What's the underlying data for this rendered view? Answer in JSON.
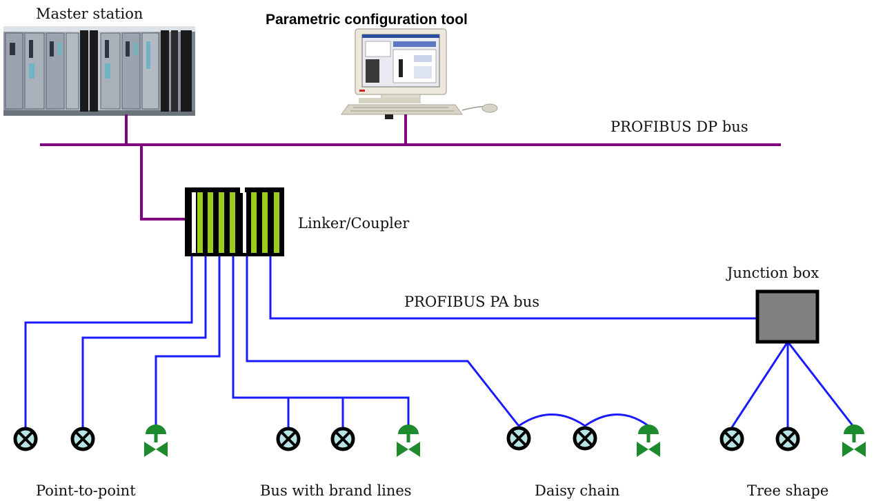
{
  "labels": {
    "master_station": "Master station",
    "config_tool": "Parametric configuration tool",
    "dp_bus": "PROFIBUS DP bus",
    "coupler": "Linker/Coupler",
    "pa_bus": "PROFIBUS PA bus",
    "junction_box": "Junction box",
    "topology_point_to_point": "Point-to-point",
    "topology_bus_branch": "Bus with brand lines",
    "topology_daisy_chain": "Daisy chain",
    "topology_tree": "Tree shape"
  },
  "colors": {
    "dp_bus": "#800080",
    "pa_bus": "#1a1aff",
    "instrument_fill": "#b7e4e4",
    "instrument_ring": "#000000",
    "valve": "#1e8a2e",
    "coupler_slots": "#9ccc1c",
    "junction_box_fill": "#808080"
  },
  "groups": [
    {
      "name": "point-to-point",
      "devices": [
        "instrument-icon",
        "instrument-icon",
        "valve-icon"
      ]
    },
    {
      "name": "bus-branch",
      "devices": [
        "instrument-icon",
        "instrument-icon",
        "valve-icon"
      ]
    },
    {
      "name": "daisy-chain",
      "devices": [
        "instrument-icon",
        "instrument-icon",
        "valve-icon"
      ]
    },
    {
      "name": "tree",
      "devices": [
        "instrument-icon",
        "instrument-icon",
        "valve-icon"
      ]
    }
  ]
}
